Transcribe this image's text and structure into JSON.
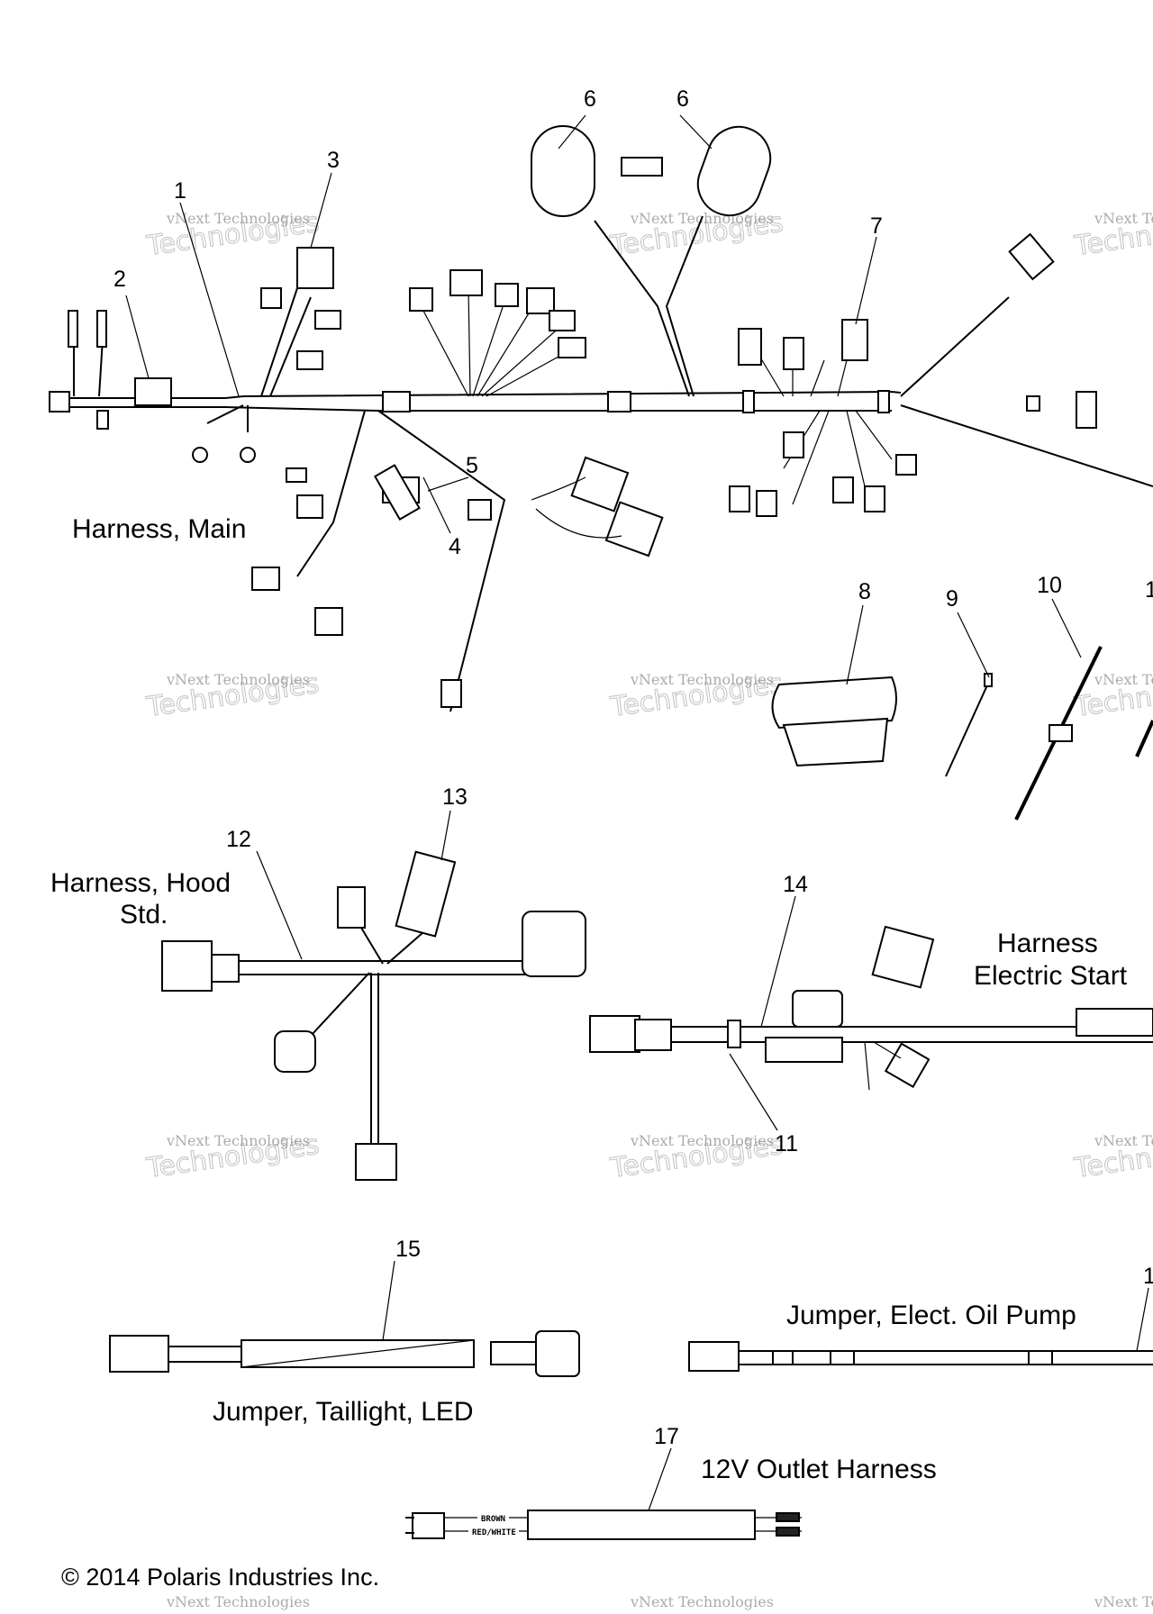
{
  "diagram": {
    "callouts": {
      "c1": "1",
      "c2": "2",
      "c3": "3",
      "c4": "4",
      "c5": "5",
      "c6a": "6",
      "c6b": "6",
      "c7": "7",
      "c8": "8",
      "c9": "9",
      "c10": "10",
      "c11_partial": "1",
      "c11": "11",
      "c12": "12",
      "c13": "13",
      "c14": "14",
      "c15": "15",
      "c16_partial": "1",
      "c17": "17"
    },
    "labels": {
      "harness_main": "Harness, Main",
      "harness_hood_1": "Harness, Hood",
      "harness_hood_2": "Std.",
      "harness_es_1": "Harness",
      "harness_es_2": "Electric Start",
      "jumper_oil": "Jumper, Elect. Oil Pump",
      "jumper_tail": "Jumper, Taillight, LED",
      "outlet": "12V Outlet Harness"
    },
    "wire_labels": {
      "brown": "BROWN",
      "red_white": "RED/WHITE"
    },
    "copyright": "© 2014 Polaris Industries Inc.",
    "watermark": {
      "line1": "vNext Technologies",
      "line2": "Technologies"
    }
  }
}
